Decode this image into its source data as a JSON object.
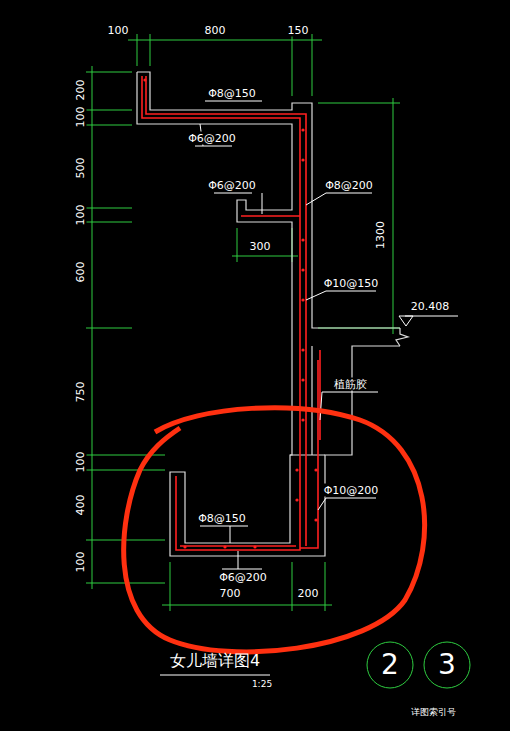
{
  "diagram": {
    "title": "女儿墙详图4",
    "nodes": [
      {
        "text": [
          "2"
        ]
      },
      {
        "text": [
          "3"
        ]
      }
    ],
    "labels": [
      "100",
      "800",
      "150",
      "200",
      "100",
      "500",
      "100",
      "600",
      "750",
      "100",
      "400",
      "100",
      "1300",
      "Φ8@150",
      "Φ6@200",
      "Φ6@200",
      "Φ8@200",
      "300",
      "Φ10@150",
      "20.408",
      "植筋胶",
      "Φ10@200",
      "Φ8@150",
      "Φ6@200",
      "700",
      "200",
      "1:25",
      "详图索引号"
    ]
  }
}
